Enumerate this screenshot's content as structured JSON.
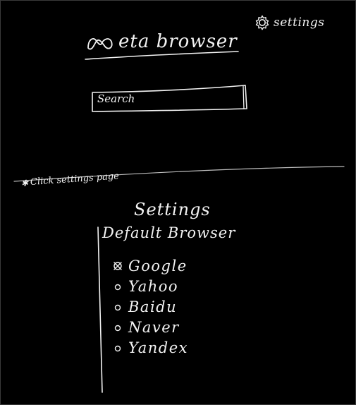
{
  "header": {
    "settings_label": "settings",
    "settings_icon": "gear-icon"
  },
  "brand": {
    "logo_icon": "meta-logo-icon",
    "name_suffix": "eta browser"
  },
  "search": {
    "placeholder": "Search"
  },
  "annotation": {
    "text": "Click settings page"
  },
  "settings_page": {
    "title": "Settings",
    "section_title": "Default Browser",
    "selected": "Google",
    "options": [
      {
        "label": "Google",
        "checked": true
      },
      {
        "label": "Yahoo",
        "checked": false
      },
      {
        "label": "Baidu",
        "checked": false
      },
      {
        "label": "Naver",
        "checked": false
      },
      {
        "label": "Yandex",
        "checked": false
      }
    ]
  },
  "colors": {
    "background": "#000000",
    "ink": "#f2f2f2",
    "divider": "#bdbdbd"
  }
}
